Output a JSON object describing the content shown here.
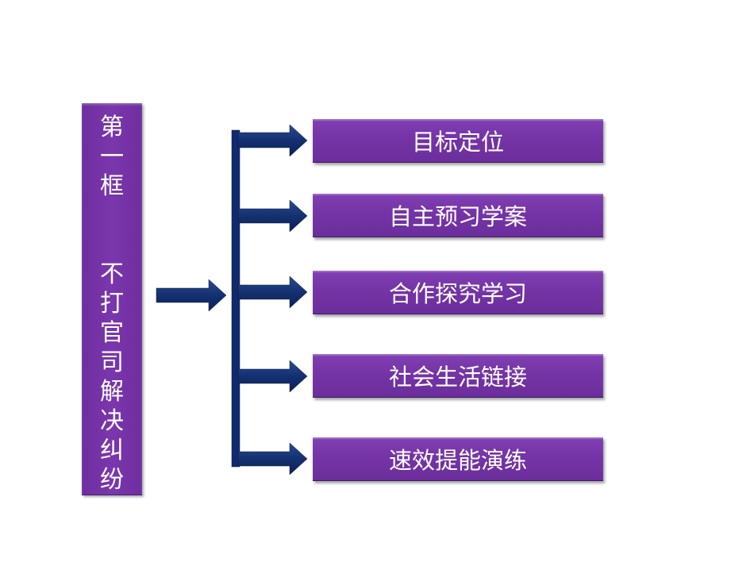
{
  "sidebar": {
    "title_text": "第\n一\n框\n\n\n不\n打\n官\n司\n解\n决\n纠\n纷"
  },
  "items": [
    {
      "label": "目标定位"
    },
    {
      "label": "自主预习学案"
    },
    {
      "label": "合作探究学习"
    },
    {
      "label": "社会生活链接"
    },
    {
      "label": "速效提能演练"
    }
  ],
  "colors": {
    "box_purple": "#7434a6",
    "arrow_navy": "#102a6b",
    "text": "#ffffff"
  }
}
